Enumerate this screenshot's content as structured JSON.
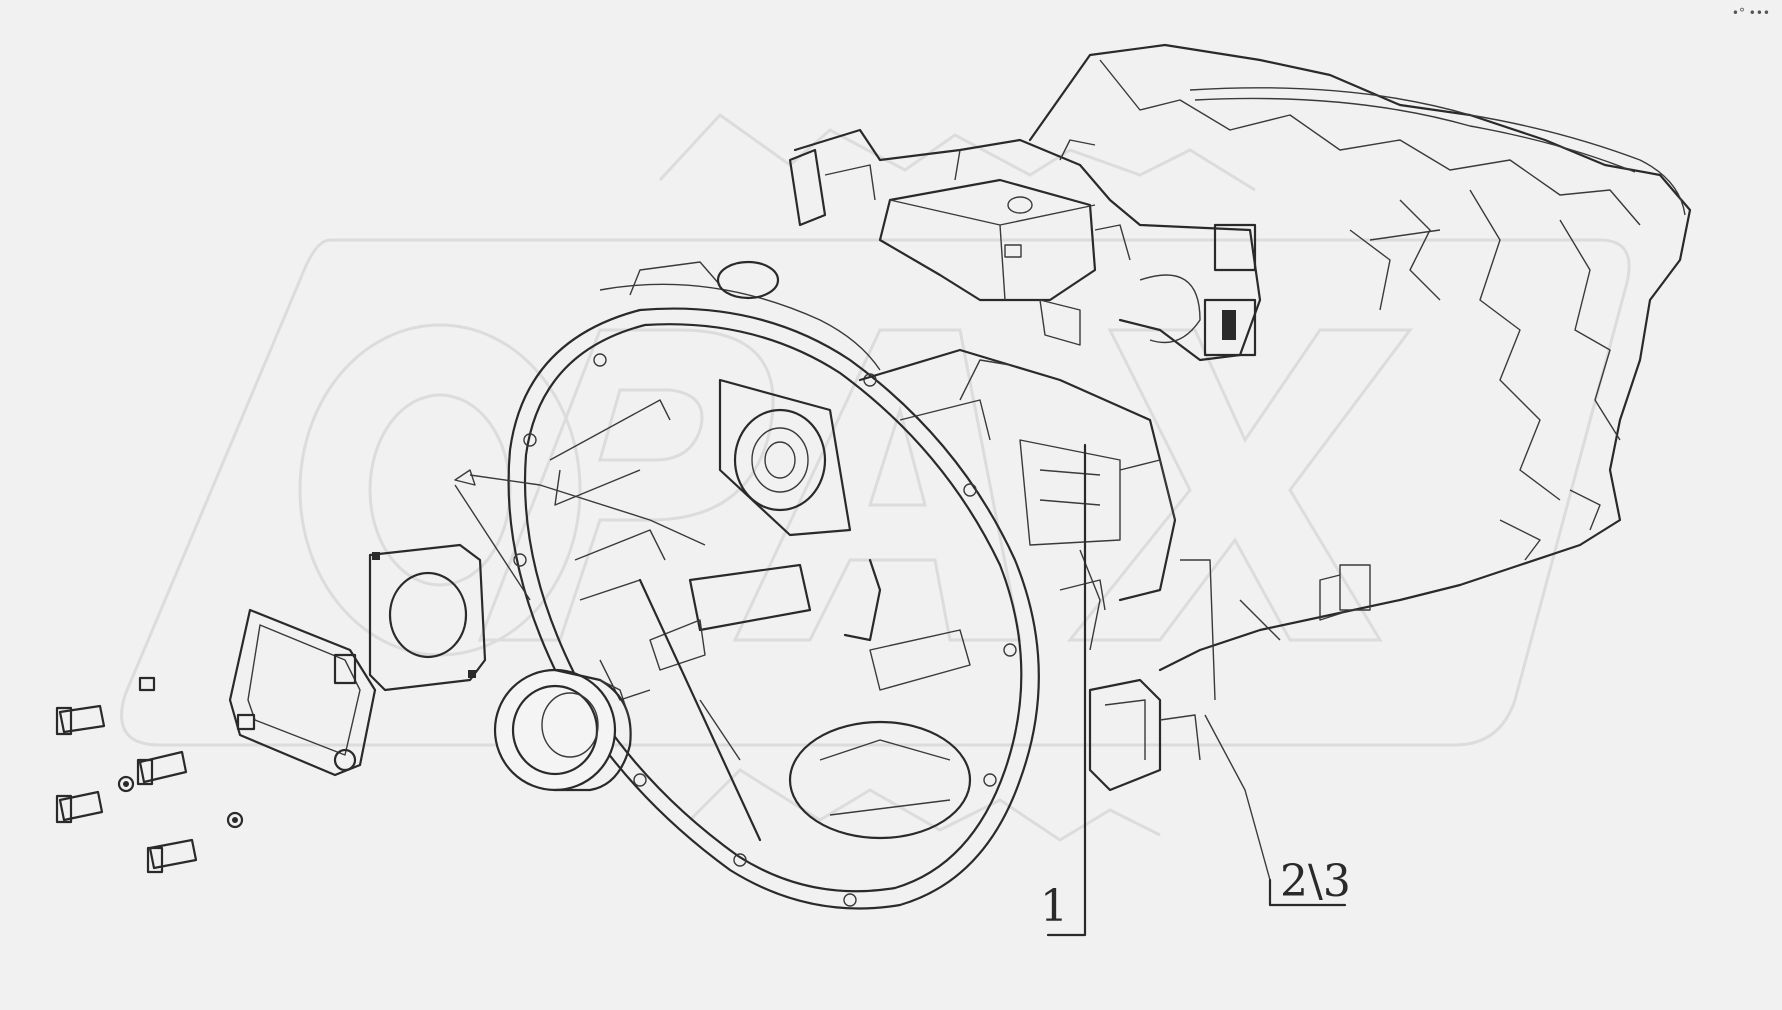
{
  "callouts": {
    "part_1": "1",
    "part_2_3": "2\\3"
  },
  "watermark": {
    "text": "OPAX",
    "color": "#dcdcdc"
  },
  "corner_mark": "•° •••",
  "colors": {
    "background": "#f1f1f1",
    "line": "#2a2a2a"
  }
}
